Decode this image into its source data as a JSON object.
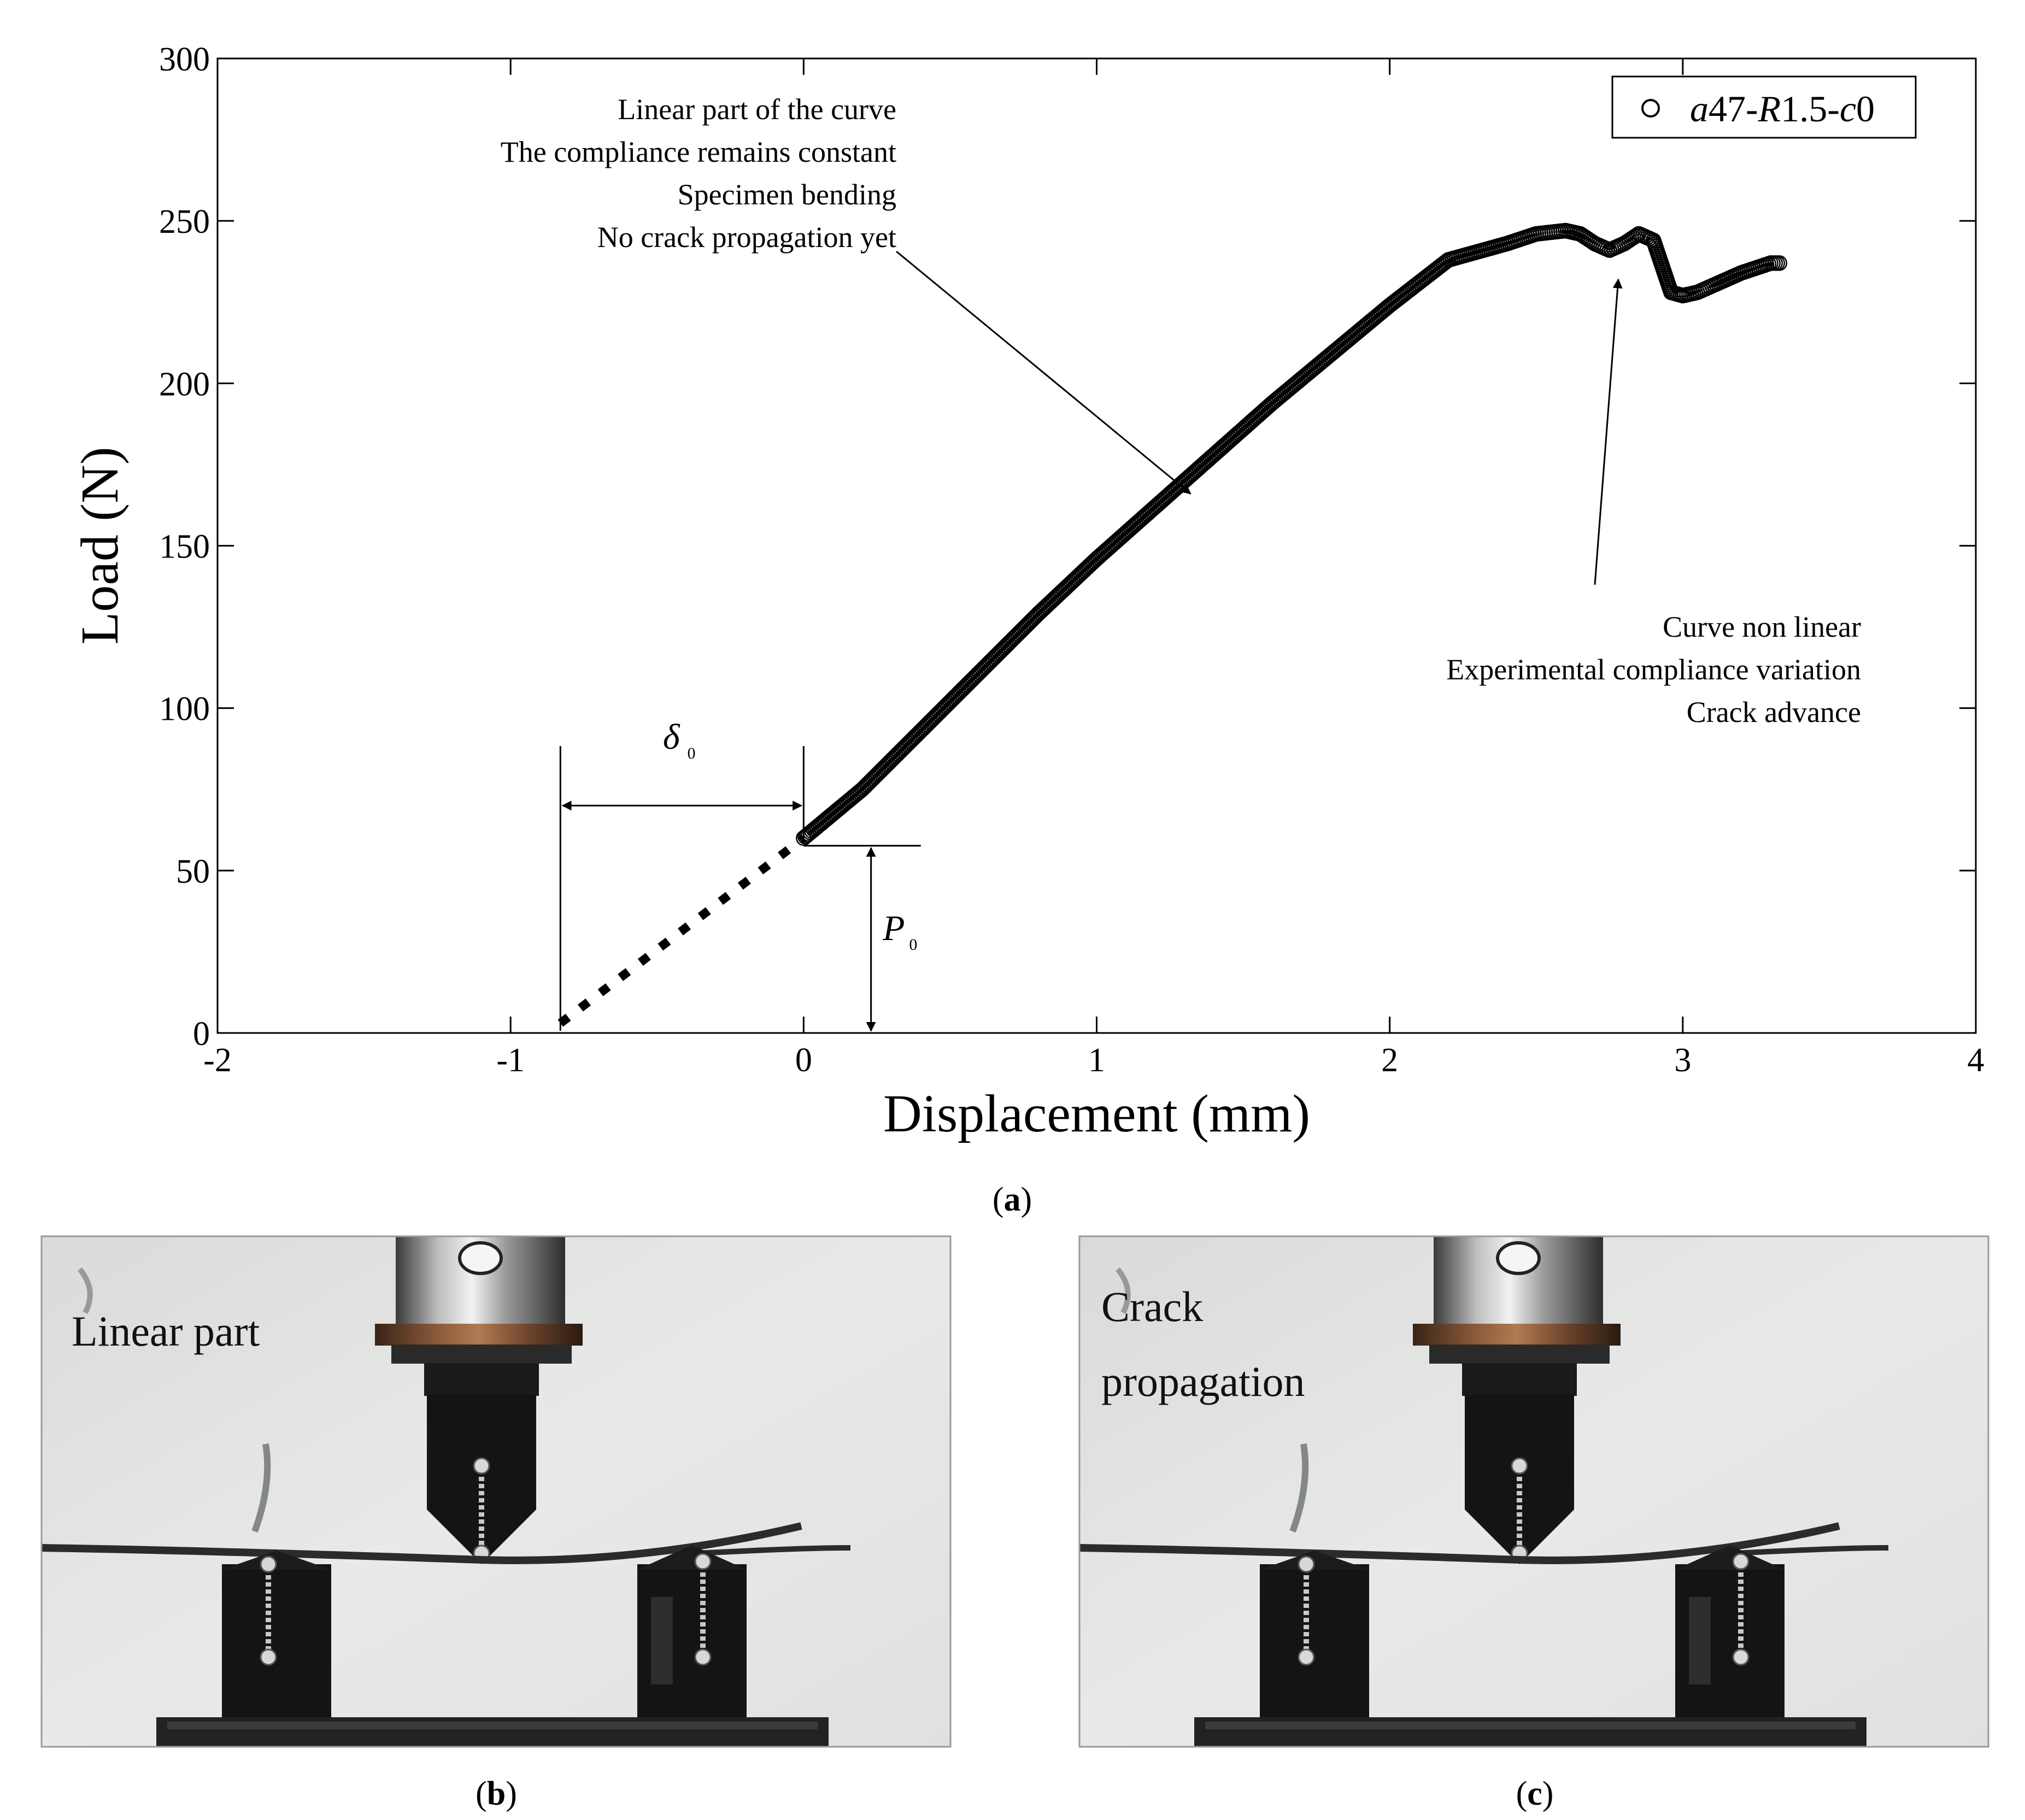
{
  "chart_data": {
    "type": "scatter",
    "xlabel": "Displacement (mm)",
    "ylabel": "Load (N)",
    "xlim": [
      -2,
      4
    ],
    "ylim": [
      0,
      300
    ],
    "xticks": [
      "-2",
      "-1",
      "0",
      "1",
      "2",
      "3",
      "4"
    ],
    "yticks": [
      "0",
      "50",
      "100",
      "150",
      "200",
      "250",
      "300"
    ],
    "grid": false,
    "legend_position": "top-right",
    "marker": "open-circle",
    "series": [
      {
        "name": "a47-R1.5-c0",
        "x": [
          0.0,
          0.2,
          0.4,
          0.6,
          0.8,
          1.0,
          1.2,
          1.4,
          1.6,
          1.8,
          2.0,
          2.2,
          2.4,
          2.5,
          2.6,
          2.65,
          2.7,
          2.75,
          2.8,
          2.85,
          2.9,
          2.93,
          2.96,
          3.0,
          3.05,
          3.1,
          3.2,
          3.3,
          3.33
        ],
        "y": [
          60,
          75,
          93,
          111,
          129,
          146,
          162,
          178,
          194,
          209,
          224,
          238,
          243,
          246,
          247,
          246,
          243,
          241,
          243,
          246,
          244,
          236,
          228,
          227,
          228,
          230,
          234,
          237,
          237
        ]
      }
    ],
    "extrapolation": {
      "x": [
        -0.83,
        0.0
      ],
      "y": [
        3,
        60
      ],
      "style": "dotted"
    },
    "annotations": {
      "linear_part": [
        "Linear part of the curve",
        "The compliance remains constant",
        "Specimen bending",
        "No crack propagation yet"
      ],
      "non_linear": [
        "Curve non linear",
        "Experimental compliance variation",
        "Crack advance"
      ],
      "delta0": {
        "symbol": "δ",
        "subscript": "0"
      },
      "p0": {
        "symbol": "P",
        "subscript": "0"
      }
    },
    "legend": {
      "italic_a": "a",
      "mid1": "47-",
      "italic_R": "R",
      "mid2": "1.5-",
      "italic_c": "c",
      "end": "0"
    }
  },
  "captions": {
    "a": {
      "open": "(",
      "letter": "a",
      "close": ")"
    },
    "b": {
      "open": "(",
      "letter": "b",
      "close": ")"
    },
    "c": {
      "open": "(",
      "letter": "c",
      "close": ")"
    }
  },
  "photos": {
    "b_label": "Linear part",
    "c_label_line1": "Crack",
    "c_label_line2": "propagation"
  }
}
